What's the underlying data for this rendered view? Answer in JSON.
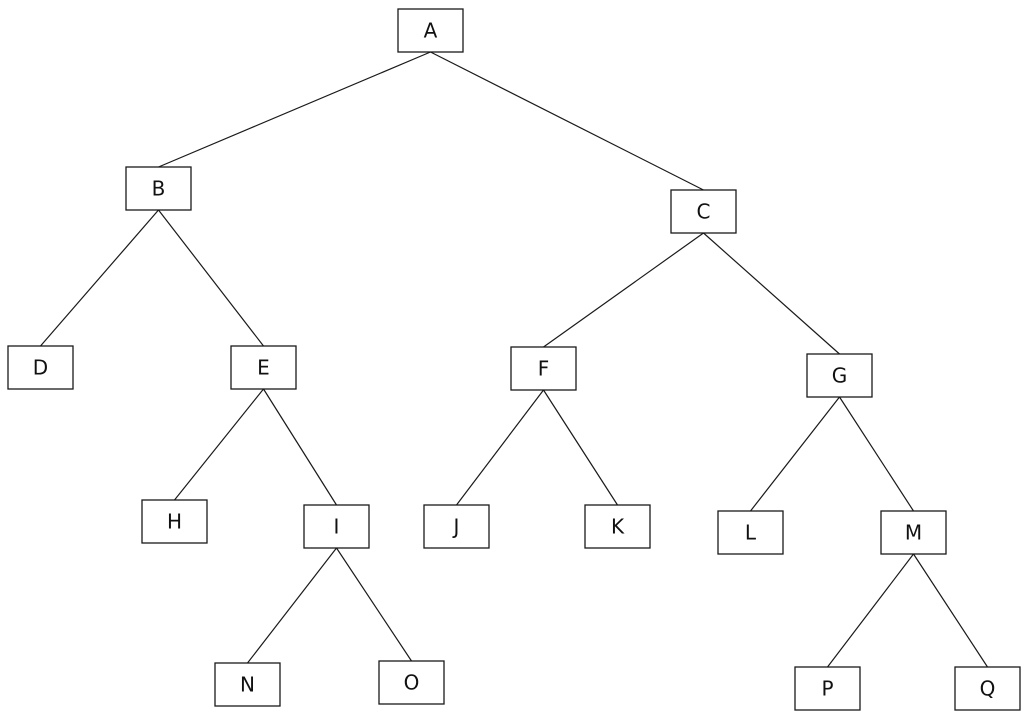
{
  "diagram": {
    "type": "binary-tree",
    "root": "A",
    "nodes": [
      "A",
      "B",
      "C",
      "D",
      "E",
      "F",
      "G",
      "H",
      "I",
      "J",
      "K",
      "L",
      "M",
      "N",
      "O",
      "P",
      "Q"
    ],
    "edges": [
      [
        "A",
        "B"
      ],
      [
        "A",
        "C"
      ],
      [
        "B",
        "D"
      ],
      [
        "B",
        "E"
      ],
      [
        "E",
        "H"
      ],
      [
        "E",
        "I"
      ],
      [
        "I",
        "N"
      ],
      [
        "I",
        "O"
      ],
      [
        "C",
        "F"
      ],
      [
        "C",
        "G"
      ],
      [
        "F",
        "J"
      ],
      [
        "F",
        "K"
      ],
      [
        "G",
        "L"
      ],
      [
        "G",
        "M"
      ],
      [
        "M",
        "P"
      ],
      [
        "M",
        "Q"
      ]
    ]
  }
}
